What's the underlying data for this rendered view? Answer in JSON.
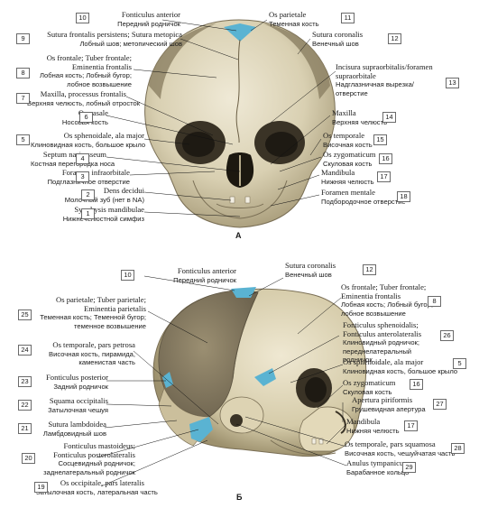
{
  "figure_a": {
    "letter": "А",
    "labels": [
      {
        "n": "10",
        "la": "Fonticulus anterior",
        "ru": "Передний родничок"
      },
      {
        "n": "9",
        "la": "Sutura frontalis persistens; Sutura metopica",
        "ru": "Лобный шов; метопический шов"
      },
      {
        "n": "8",
        "la": "Os frontale; Tuber frontale; Eminentia frontalis",
        "ru": "Лобная кость; Лобный бугор; лобное возвышение"
      },
      {
        "n": "7",
        "la": "Maxilla, processus frontalis",
        "ru": "Верхняя челюсть, лобный отросток"
      },
      {
        "n": "6",
        "la": "Os nasale",
        "ru": "Носовая кость"
      },
      {
        "n": "5",
        "la": "Os sphenoidale, ala major",
        "ru": "Клиновидная кость, большое крыло"
      },
      {
        "n": "4",
        "la": "Septum nasi osseum",
        "ru": "Костная перегородка носа"
      },
      {
        "n": "3",
        "la": "Foramen infraorbitale",
        "ru": "Подглазничное отверстие"
      },
      {
        "n": "2",
        "la": "Dens decidui",
        "ru": "Молочный зуб (нет в NA)"
      },
      {
        "n": "1",
        "la": "Synphysis mandibulae",
        "ru": "Нижнечелюстной симфиз"
      },
      {
        "n": "11",
        "la": "Os parietale",
        "ru": "Теменная кость"
      },
      {
        "n": "12",
        "la": "Sutura coronalis",
        "ru": "Венечный шов"
      },
      {
        "n": "13",
        "la": "Incisura supraorbitalis/foramen supraorbitale",
        "ru": "Надглазничная вырезка/отверстие"
      },
      {
        "n": "14",
        "la": "Maxilla",
        "ru": "Верхняя челюсть"
      },
      {
        "n": "15",
        "la": "Os temporale",
        "ru": "Височная кость"
      },
      {
        "n": "16",
        "la": "Os zygomaticum",
        "ru": "Скуловая кость"
      },
      {
        "n": "17",
        "la": "Mandibula",
        "ru": "Нижняя челюсть"
      },
      {
        "n": "18",
        "la": "Foramen mentale",
        "ru": "Подбородочное отверстие"
      }
    ]
  },
  "figure_b": {
    "letter": "Б",
    "labels": [
      {
        "n": "10",
        "la": "Fonticulus anterior",
        "ru": "Передний родничок"
      },
      {
        "n": "25",
        "la": "Os parietale; Tuber parietale; Eminentia parietalis",
        "ru": "Теменная кость; Теменной бугор; теменное возвышение"
      },
      {
        "n": "24",
        "la": "Os temporale, pars petrosa",
        "ru": "Височная кость, пирамида, каменистая часть"
      },
      {
        "n": "23",
        "la": "Fonticulus posterior",
        "ru": "Задний родничок"
      },
      {
        "n": "22",
        "la": "Squama occipitalis",
        "ru": "Затылочная чешуя"
      },
      {
        "n": "21",
        "la": "Sutura lambdoidea",
        "ru": "Ламбдовидный шов"
      },
      {
        "n": "20",
        "la": "Fonticulus mastoideus; Fonticulus posterolateralis",
        "ru": "Сосцевидный родничок; заднелатеральный родничок"
      },
      {
        "n": "19",
        "la": "Os occipitale, pars lateralis",
        "ru": "Затылочная кость, латеральная часть"
      },
      {
        "n": "12",
        "la": "Sutura coronalis",
        "ru": "Венечный шов"
      },
      {
        "n": "8",
        "la": "Os frontale; Tuber frontale; Eminentia frontalis",
        "ru": "Лобная кость; Лобный бугор; лобное возвышение"
      },
      {
        "n": "26",
        "la": "Fonticulus sphenoidalis; Fonticulus anterolateralis",
        "ru": "Клиновидный родничок; переднелатеральный родничок"
      },
      {
        "n": "5",
        "la": "Os sphenoidale, ala major",
        "ru": "Клиновидная кость, большое крыло"
      },
      {
        "n": "16",
        "la": "Os zygomaticum",
        "ru": "Скуловая кость"
      },
      {
        "n": "27",
        "la": "Apertura piriformis",
        "ru": "Грушевидная апертура"
      },
      {
        "n": "17",
        "la": "Mandibula",
        "ru": "Нижняя челюсть"
      },
      {
        "n": "28",
        "la": "Os temporale, pars squamosa",
        "ru": "Височная кость, чешуйчатая часть"
      },
      {
        "n": "29",
        "la": "Anulus tympanicus",
        "ru": "Барабанное кольцо"
      }
    ]
  }
}
